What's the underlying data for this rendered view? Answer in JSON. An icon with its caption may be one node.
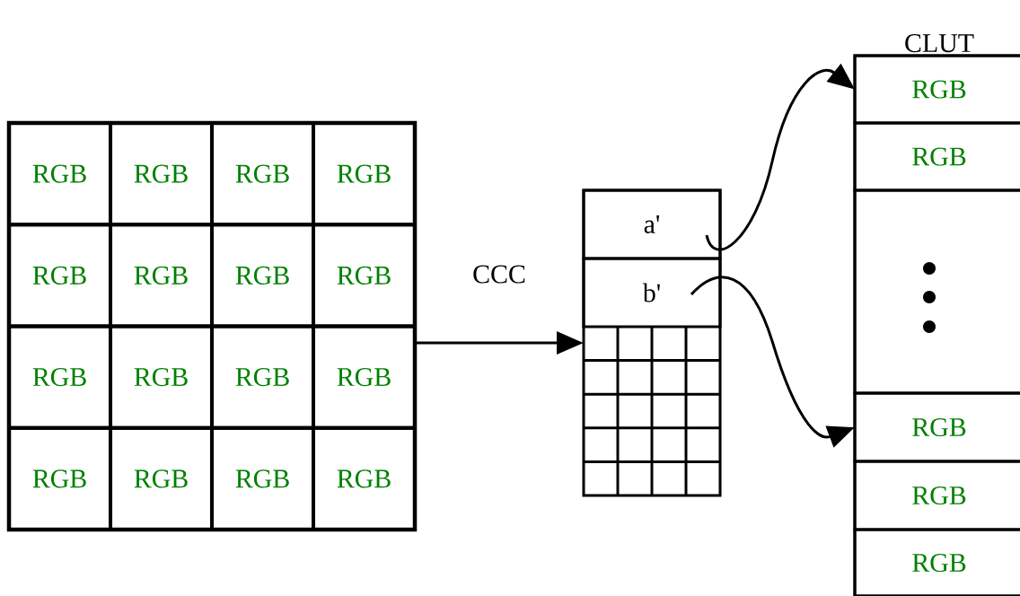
{
  "diagram": {
    "nodes": [
      {
        "text": [],
        "shape": "box"
      },
      {
        "text": [
          "RGB"
        ],
        "in": 0
      },
      {
        "text": [
          "RGB"
        ],
        "in": 0
      },
      {
        "text": [
          "RGB"
        ],
        "in": 0
      },
      {
        "text": [
          "RGB"
        ],
        "in": 0
      },
      {
        "text": [
          "RGB"
        ],
        "in": 0
      },
      {
        "text": [
          "RGB"
        ],
        "in": 0
      },
      {
        "text": [
          "RGB"
        ],
        "in": 0
      },
      {
        "text": [
          "RGB"
        ],
        "in": 0
      },
      {
        "text": [
          "RGB"
        ],
        "in": 0
      },
      {
        "text": [
          "RGB"
        ],
        "in": 0
      },
      {
        "text": [
          "RGB"
        ],
        "in": 0
      },
      {
        "text": [
          "RGB"
        ],
        "in": 0
      },
      {
        "text": [
          "RGB"
        ],
        "in": 0
      },
      {
        "text": [
          "RGB"
        ],
        "in": 0
      },
      {
        "text": [
          "RGB"
        ],
        "in": 0
      },
      {
        "text": [
          "RGB"
        ],
        "in": 0
      },
      {
        "text": [],
        "shape": "box"
      },
      {
        "text": [
          "a'"
        ],
        "in": 17
      },
      {
        "text": [
          "b'"
        ],
        "in": 17
      },
      {
        "text": [
          "CLUT"
        ]
      },
      {
        "text": [
          "RGB"
        ],
        "in": 20
      },
      {
        "text": [
          "RGB"
        ],
        "in": 20
      },
      {
        "text": [],
        "shape": "box",
        "in": 20
      },
      {
        "text": [
          "RGB"
        ],
        "in": 20
      },
      {
        "text": [
          "RGB"
        ],
        "in": 20
      },
      {
        "text": [
          "RGB"
        ],
        "in": 20
      }
    ],
    "edges": [
      {
        "from": 0,
        "to": 17,
        "arrow": "to",
        "label": "CCC"
      },
      {
        "from": 18,
        "to": 21,
        "arrow": "to"
      },
      {
        "from": 19,
        "to": 24,
        "arrow": "to"
      }
    ]
  }
}
